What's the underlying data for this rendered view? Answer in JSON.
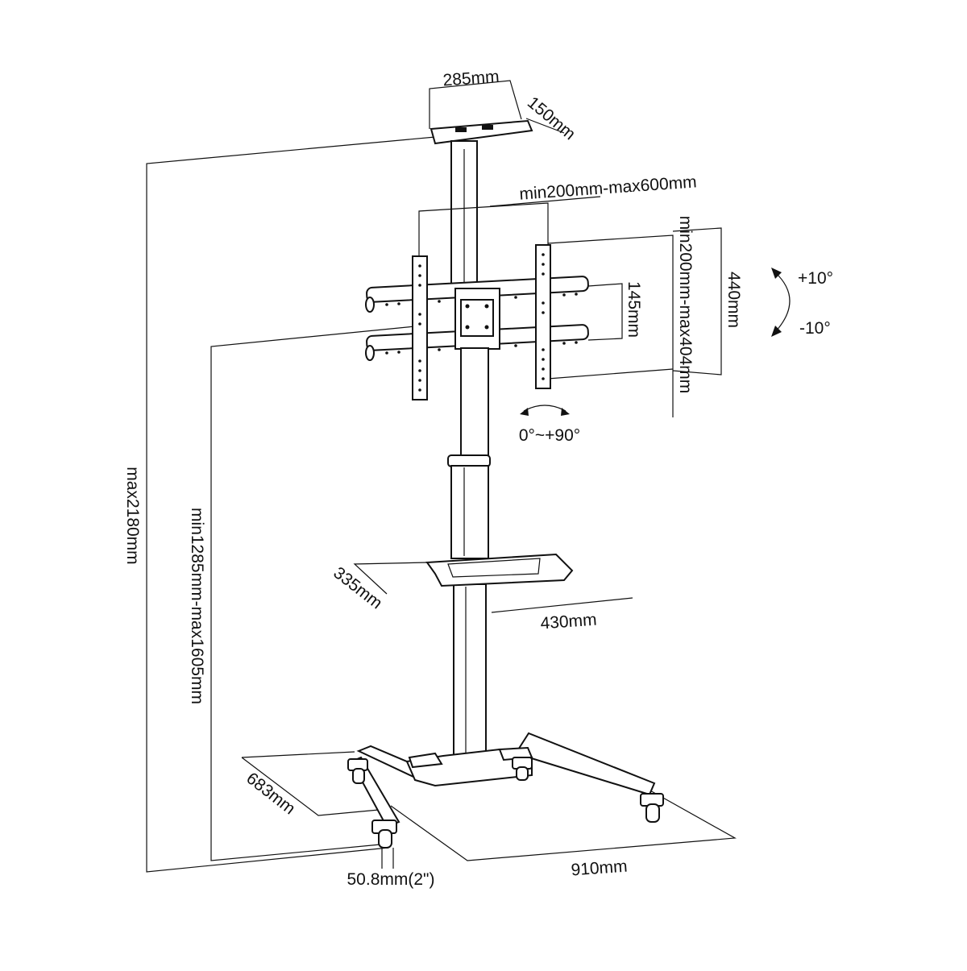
{
  "labels": {
    "camera_shelf_width": "285mm",
    "camera_shelf_depth": "150mm",
    "vesa_horizontal": "min200mm-max600mm",
    "vesa_vertical": "min200mm-max404mm",
    "bracket_height": "440mm",
    "arm_spacing": "145mm",
    "tilt_up": "+10°",
    "tilt_down": "-10°",
    "rotation": "0°~+90°",
    "total_height": "max2180mm",
    "center_height": "min1285mm-max1605mm",
    "av_shelf_depth": "335mm",
    "av_shelf_width": "430mm",
    "base_depth": "683mm",
    "caster_size": "50.8mm(2\")",
    "base_width": "910mm"
  }
}
